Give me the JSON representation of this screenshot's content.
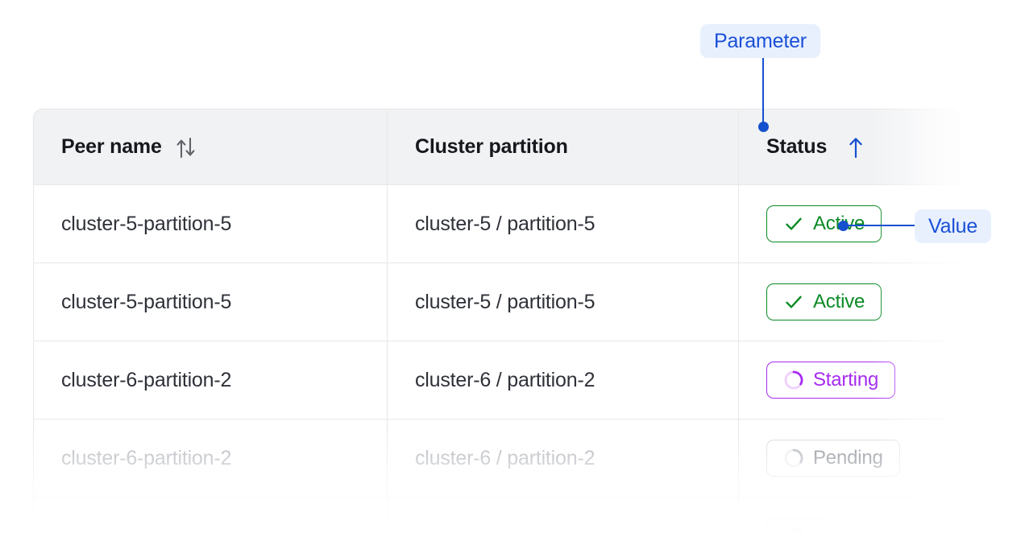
{
  "table": {
    "columns": [
      {
        "label": "Peer name",
        "sort_icon": "sort-updown-icon",
        "sort_state": "none"
      },
      {
        "label": "Cluster partition",
        "sort_icon": null,
        "sort_state": "none"
      },
      {
        "label": "Status",
        "sort_icon": "sort-up-icon",
        "sort_state": "ascending"
      }
    ],
    "rows": [
      {
        "peer_name": "cluster-5-partition-5",
        "cluster_partition": "cluster-5 / partition-5",
        "status": "Active",
        "status_kind": "active",
        "status_icon": "check-icon",
        "faded": false
      },
      {
        "peer_name": "cluster-5-partition-5",
        "cluster_partition": "cluster-5 / partition-5",
        "status": "Active",
        "status_kind": "active",
        "status_icon": "check-icon",
        "faded": false
      },
      {
        "peer_name": "cluster-6-partition-2",
        "cluster_partition": "cluster-6 / partition-2",
        "status": "Starting",
        "status_kind": "starting",
        "status_icon": "spinner-icon",
        "faded": false
      },
      {
        "peer_name": "cluster-6-partition-2",
        "cluster_partition": "cluster-6 / partition-2",
        "status": "Pending",
        "status_kind": "pending",
        "status_icon": "spinner-icon",
        "faded": true
      },
      {
        "peer_name": "",
        "cluster_partition": "",
        "status": "",
        "status_kind": "pending",
        "status_icon": "spinner-icon",
        "faded": true
      }
    ]
  },
  "annotations": {
    "parameter": {
      "label": "Parameter",
      "target": "status-column-header"
    },
    "value": {
      "label": "Value",
      "target": "status-badge-row-1"
    }
  },
  "colors": {
    "accent": "#1550cf",
    "callout_bg": "#e8f0fe",
    "active": "#0a8a24",
    "starting": "#a62bf0",
    "pending": "#8b8f96",
    "header_bg": "#f1f2f4",
    "border": "#e7e8ea"
  }
}
